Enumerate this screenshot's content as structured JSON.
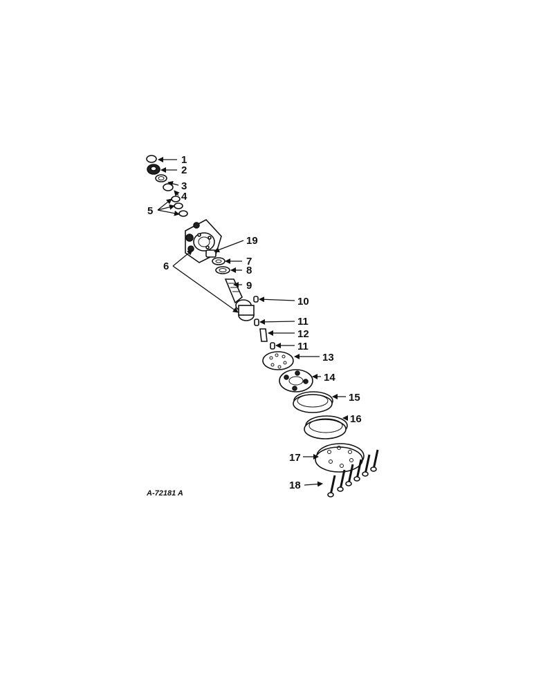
{
  "diagram": {
    "reference_code": "A-72181 A",
    "callouts": [
      "1",
      "2",
      "3",
      "4",
      "5",
      "6",
      "7",
      "8",
      "9",
      "10",
      "11",
      "11",
      "12",
      "13",
      "14",
      "15",
      "16",
      "17",
      "18",
      "19"
    ]
  }
}
